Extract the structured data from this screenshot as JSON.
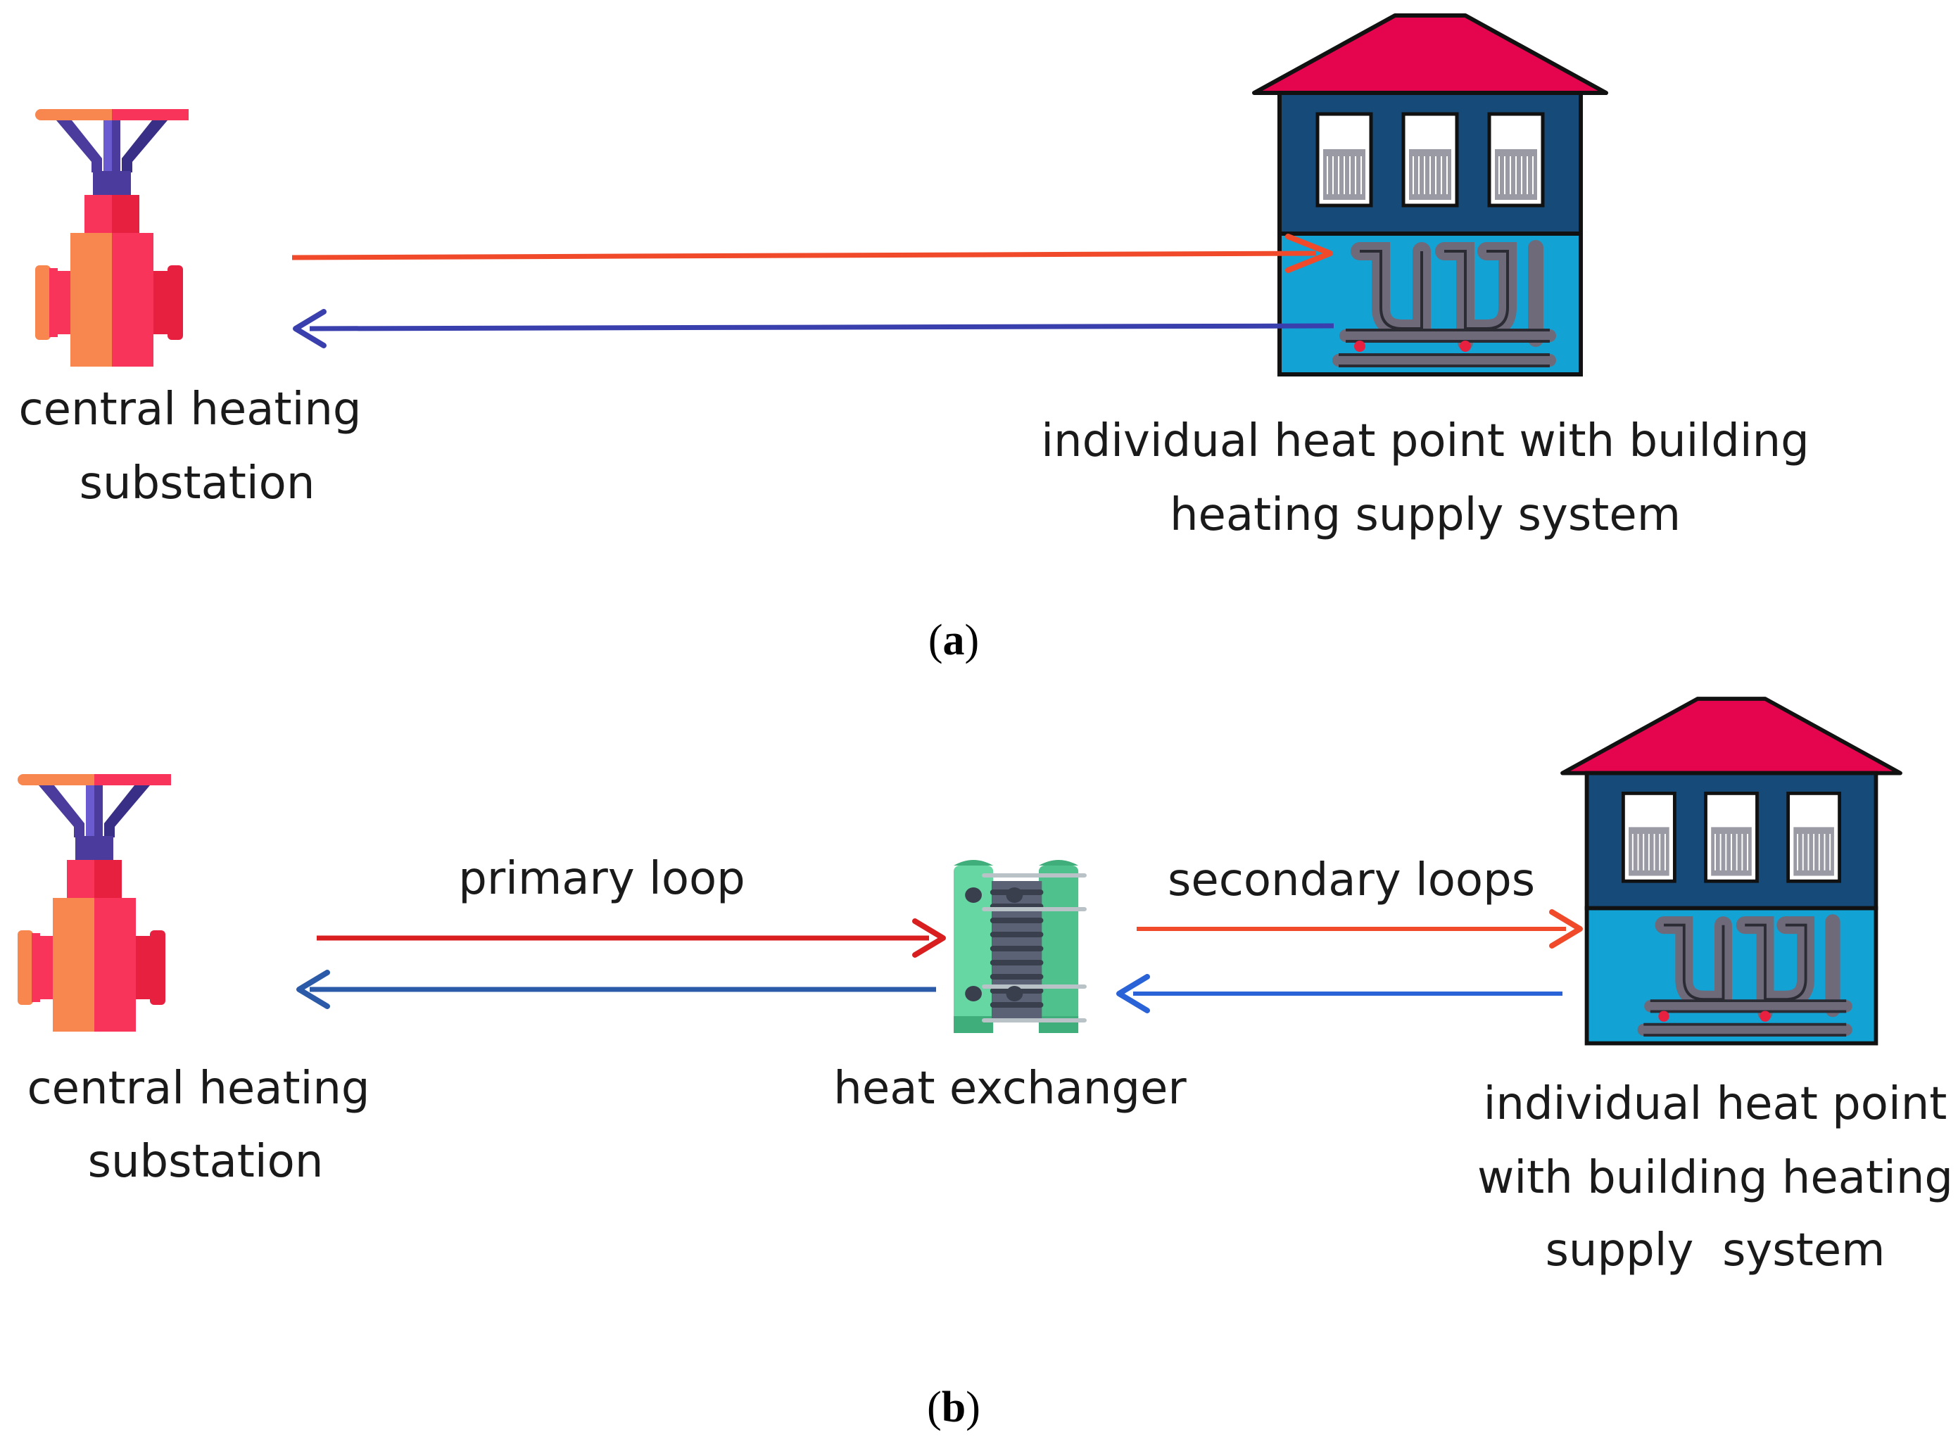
{
  "panel_a": {
    "caption_open": "(",
    "caption_letter": "a",
    "caption_close": ")",
    "source_label": [
      "central heating",
      "substation"
    ],
    "house_label": [
      "individual heat point with building",
      "heating supply system"
    ]
  },
  "panel_b": {
    "caption_open": "(",
    "caption_letter": "b",
    "caption_close": ")",
    "source_label": [
      "central heating",
      "substation"
    ],
    "primary_loop_label": "primary loop",
    "secondary_loop_label": "secondary loops",
    "exchanger_label": "heat exchanger",
    "house_label": [
      "individual heat point",
      "with building heating",
      "supply  system"
    ]
  },
  "colors": {
    "supply_arrow": "#f04a2a",
    "supply_arrow_primary": "#d81e1e",
    "return_arrow": "#3a3fae",
    "return_arrow_secondary": "#2a62d8",
    "valve_orange": "#f7864f",
    "valve_pink": "#f8345a",
    "valve_red": "#e8203f",
    "valve_stem_purple": "#4a3b9c",
    "house_roof": "#e5054f",
    "house_upper": "#164a78",
    "house_lower": "#12a3d4",
    "exchanger_green": "#66d6a2"
  },
  "icons": [
    "valve-icon",
    "house-icon",
    "heat-exchanger-icon"
  ]
}
